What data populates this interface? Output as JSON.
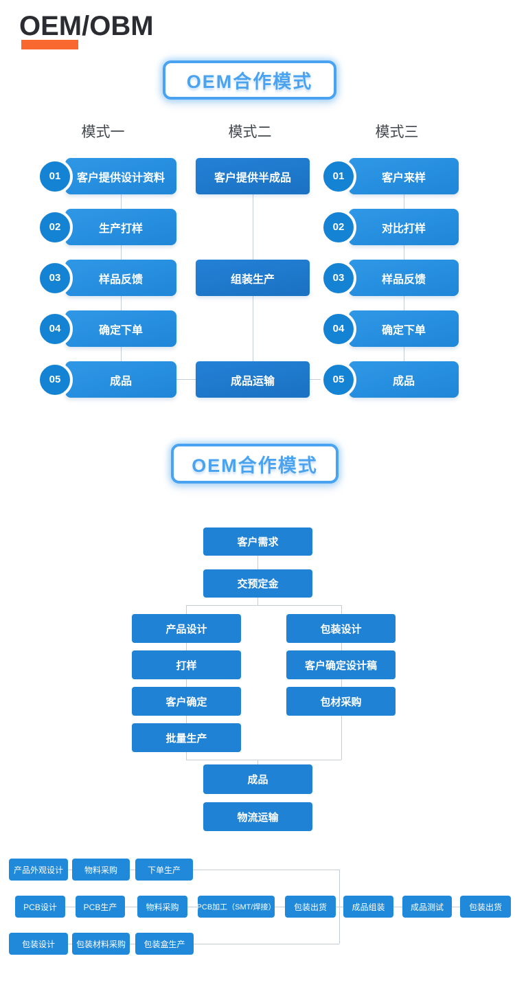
{
  "page": {
    "title": "OEM/OBM"
  },
  "colors": {
    "accent_orange": "#f8682f",
    "banner_blue": "#4aa3f0",
    "step_blue": "#1f86d8",
    "step_badge_blue": "#1583d4",
    "dark_blue": "#1b71c2",
    "flow_blue": "#1f82d5",
    "process_blue": "#2189da",
    "line_gray": "#c5ccd3",
    "heading_gray": "#42474e"
  },
  "banner1": {
    "label": "OEM合作模式"
  },
  "banner2": {
    "label": "OEM合作模式"
  },
  "modes_chart": {
    "columns": [
      {
        "header": "模式一",
        "items": [
          {
            "num": "01",
            "label": "客户提供设计资料"
          },
          {
            "num": "02",
            "label": "生产打样"
          },
          {
            "num": "03",
            "label": "样品反馈"
          },
          {
            "num": "04",
            "label": "确定下单"
          },
          {
            "num": "05",
            "label": "成品"
          }
        ]
      },
      {
        "header": "模式二",
        "items": [
          {
            "label": "客户提供半成品"
          },
          {
            "label": "组装生产"
          },
          {
            "label": "成品运输"
          }
        ]
      },
      {
        "header": "模式三",
        "items": [
          {
            "num": "01",
            "label": "客户来样"
          },
          {
            "num": "02",
            "label": "对比打样"
          },
          {
            "num": "03",
            "label": "样品反馈"
          },
          {
            "num": "04",
            "label": "确定下单"
          },
          {
            "num": "05",
            "label": "成品"
          }
        ]
      }
    ]
  },
  "flow_chart": {
    "start": "客户需求",
    "deposit": "交预定金",
    "left_branch": [
      "产品设计",
      "打样",
      "客户确定",
      "批量生产"
    ],
    "right_branch": [
      "包装设计",
      "客户确定设计稿",
      "包材采购"
    ],
    "merge": "成品",
    "end": "物流运输"
  },
  "process_chart": {
    "row1": [
      "产品外观设计",
      "物料采购",
      "下单生产"
    ],
    "row2": [
      "PCB设计",
      "PCB生产",
      "物料采购",
      "PCB加工（SMT/焊接）",
      "包装出货",
      "成品组装",
      "成品测试",
      "包装出货"
    ],
    "row3": [
      "包装设计",
      "包装材料采购",
      "包装盒生产"
    ]
  }
}
